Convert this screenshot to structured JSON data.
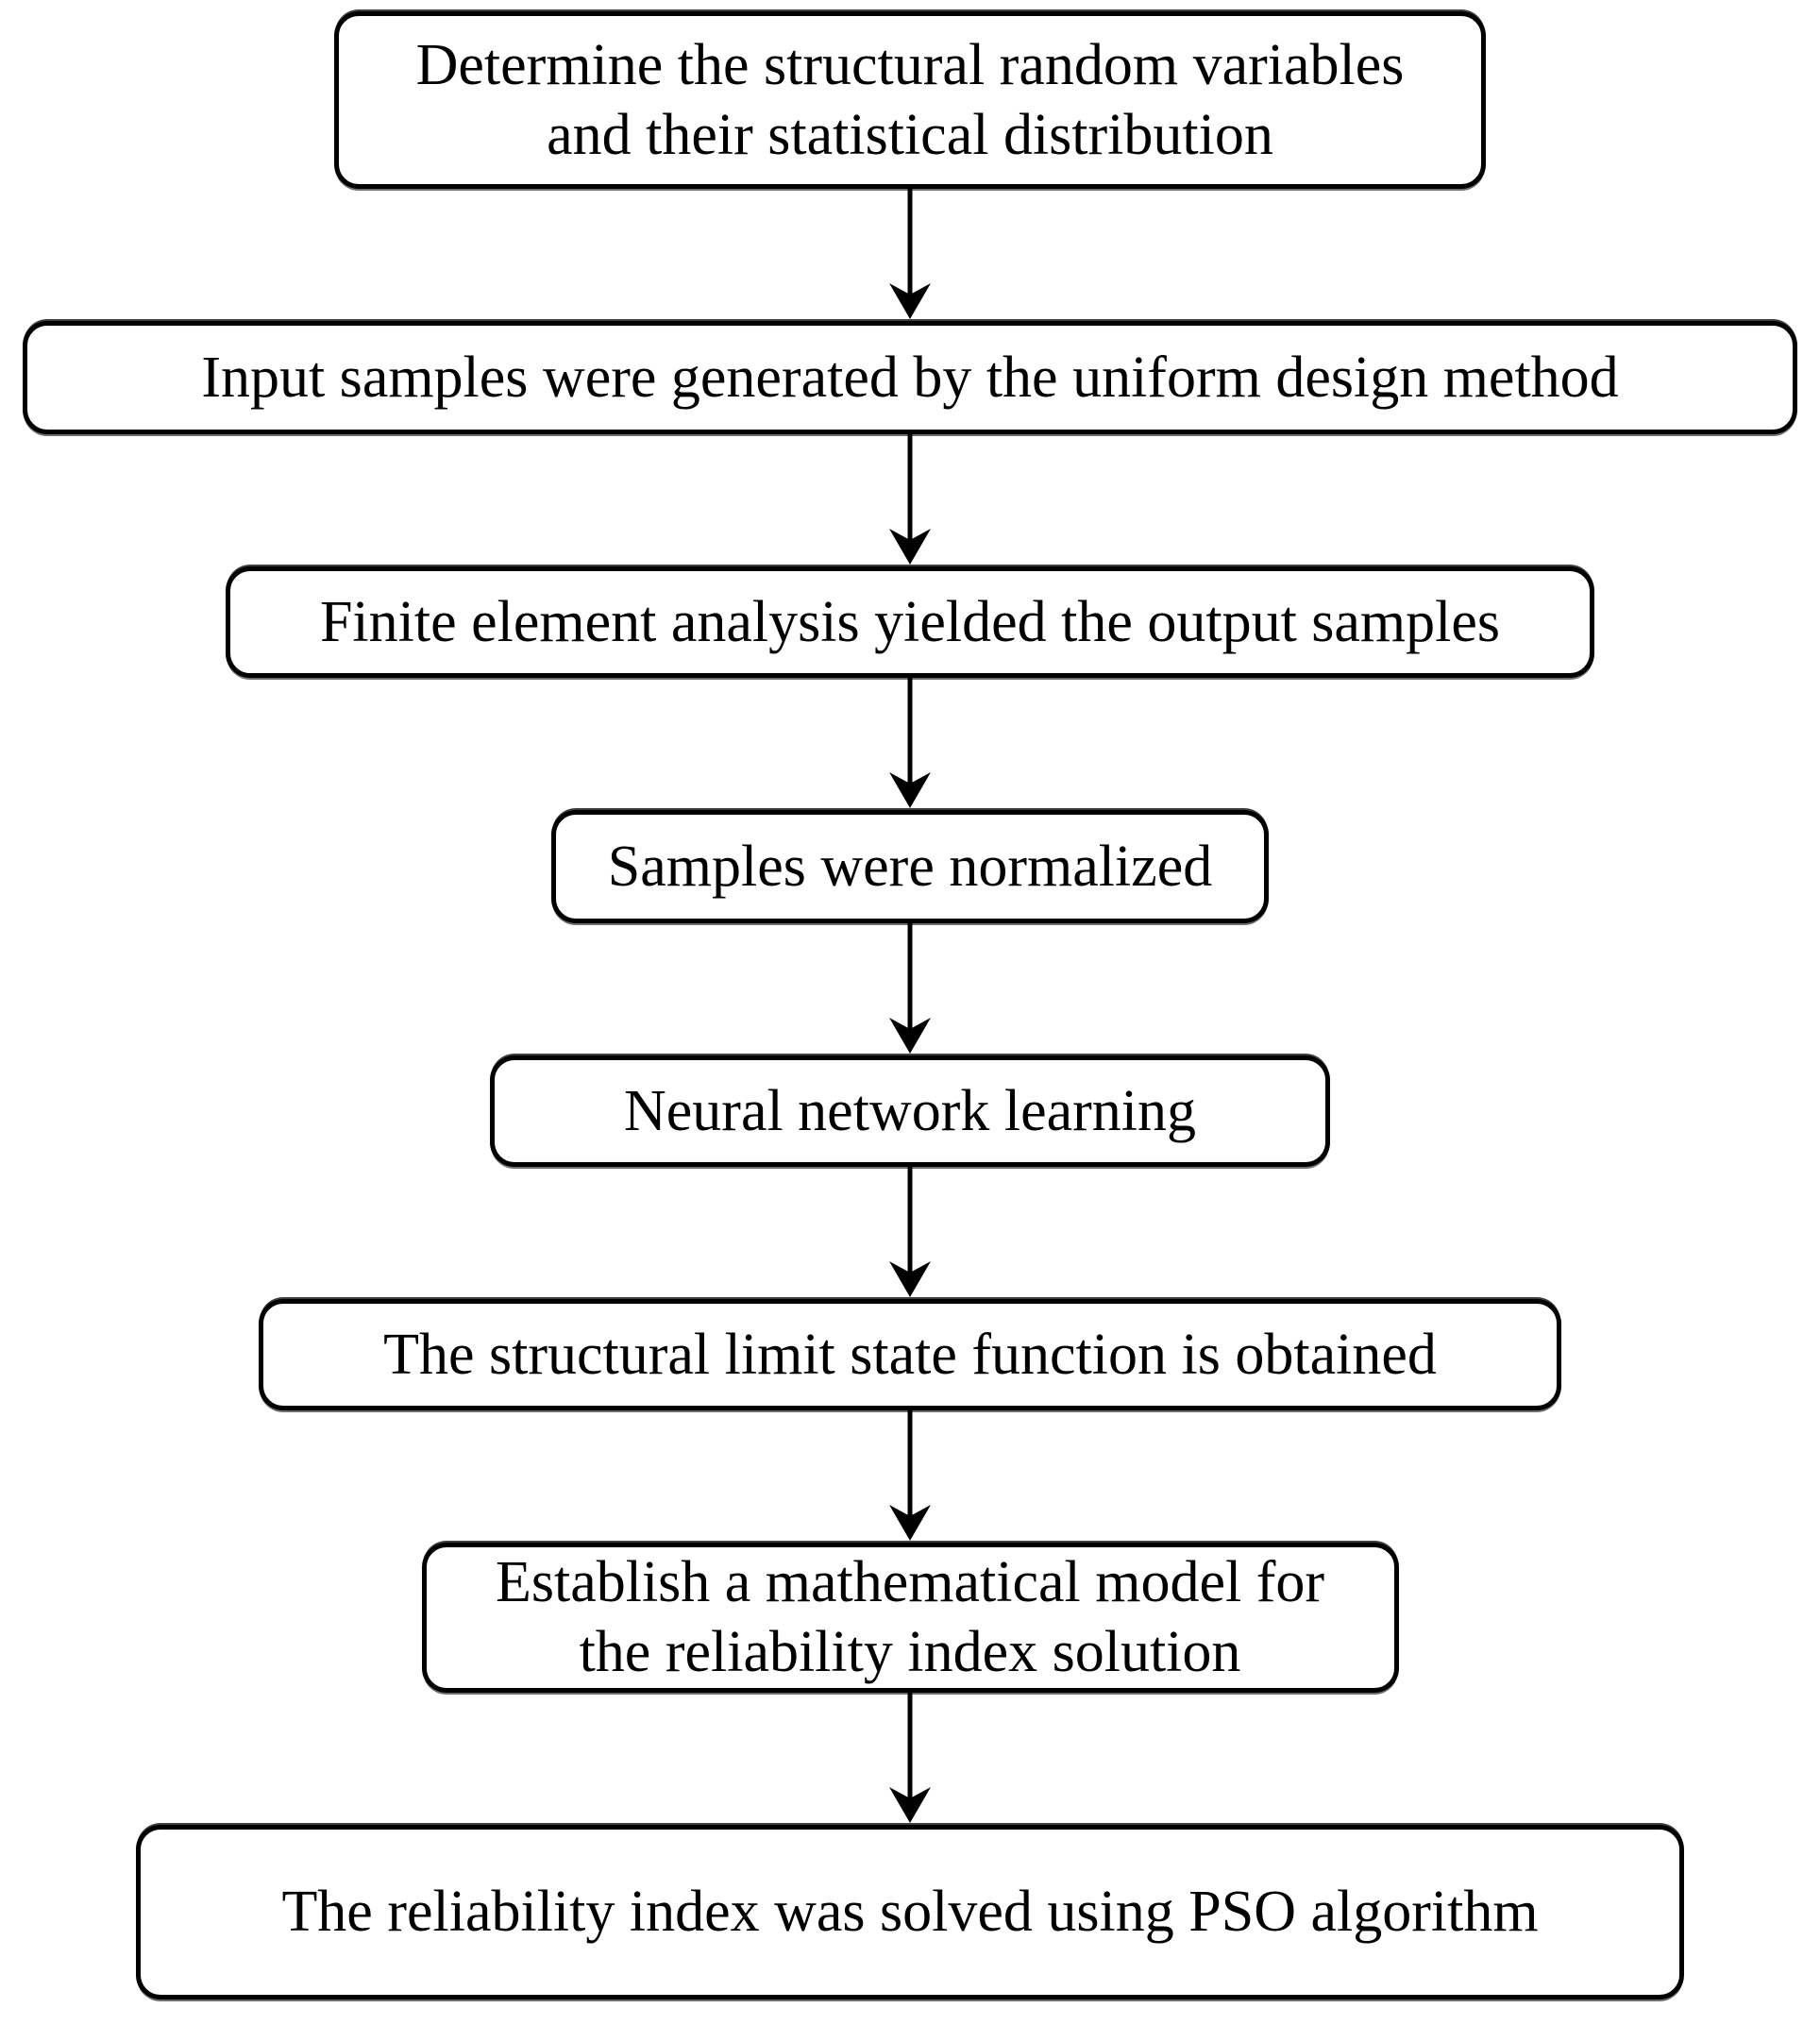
{
  "figure": {
    "type": "flowchart",
    "background_color": "#ffffff",
    "line_color": "#000000",
    "text_color": "#000000",
    "steps": [
      {
        "lines": [
          "Determine the structural random variables",
          "and their statistical distribution"
        ]
      },
      {
        "lines": [
          "Input samples were generated by the uniform design method"
        ]
      },
      {
        "lines": [
          "Finite element analysis yielded the output samples"
        ]
      },
      {
        "lines": [
          "Samples were normalized"
        ]
      },
      {
        "lines": [
          "Neural network learning"
        ]
      },
      {
        "lines": [
          "The structural limit state function is obtained"
        ]
      },
      {
        "lines": [
          "Establish a mathematical model for",
          "the reliability index solution"
        ]
      },
      {
        "lines": [
          "The reliability index was solved using PSO algorithm"
        ]
      }
    ]
  }
}
